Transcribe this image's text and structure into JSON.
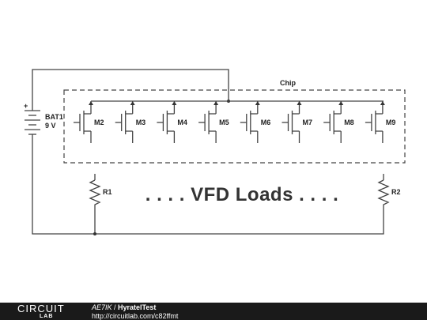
{
  "diagram": {
    "chip_label": "Chip",
    "battery_label": "BAT1",
    "battery_voltage": "9 V",
    "battery_plus": "+",
    "transistors": [
      "M2",
      "M3",
      "M4",
      "M5",
      "M6",
      "M7",
      "M8",
      "M9"
    ],
    "resistor_left": "R1",
    "resistor_right": "R2",
    "loads_text": ". . . . VFD Loads . . . ."
  },
  "footer": {
    "logo_top": "CIRCUIT",
    "logo_bottom": "LAB",
    "user": "AE7IK",
    "separator": " / ",
    "title": "HyratelTest",
    "url": "http://circuitlab.com/c82ffmt"
  }
}
